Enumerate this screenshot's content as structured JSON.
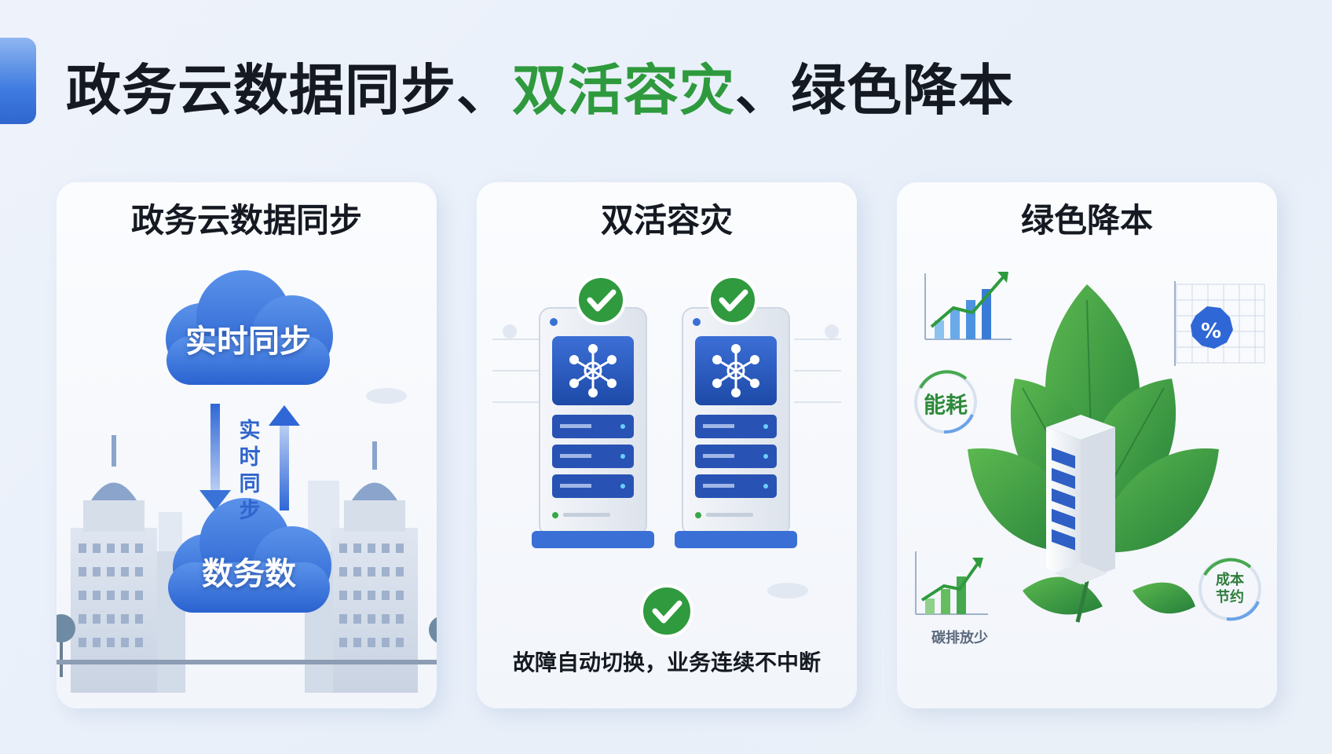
{
  "slide": {
    "title_part1": "政务云数据同步、",
    "title_part2": "双活容灾",
    "title_part3": "、绿色降本",
    "accent_color": "#2f67cf",
    "green_color": "#2e9a3d"
  },
  "panels": {
    "sync": {
      "title": "政务云数据同步",
      "top_cloud_label": "实时同步",
      "bottom_cloud_label": "数务数",
      "arrow_label": "实时同步"
    },
    "dual": {
      "title": "双活容灾",
      "caption": "故障自动切换，业务连续不中断"
    },
    "green": {
      "title": "绿色降本",
      "energy_label": "能耗",
      "cost_label": "成本节约",
      "carbon_label": "碳排放少"
    }
  }
}
